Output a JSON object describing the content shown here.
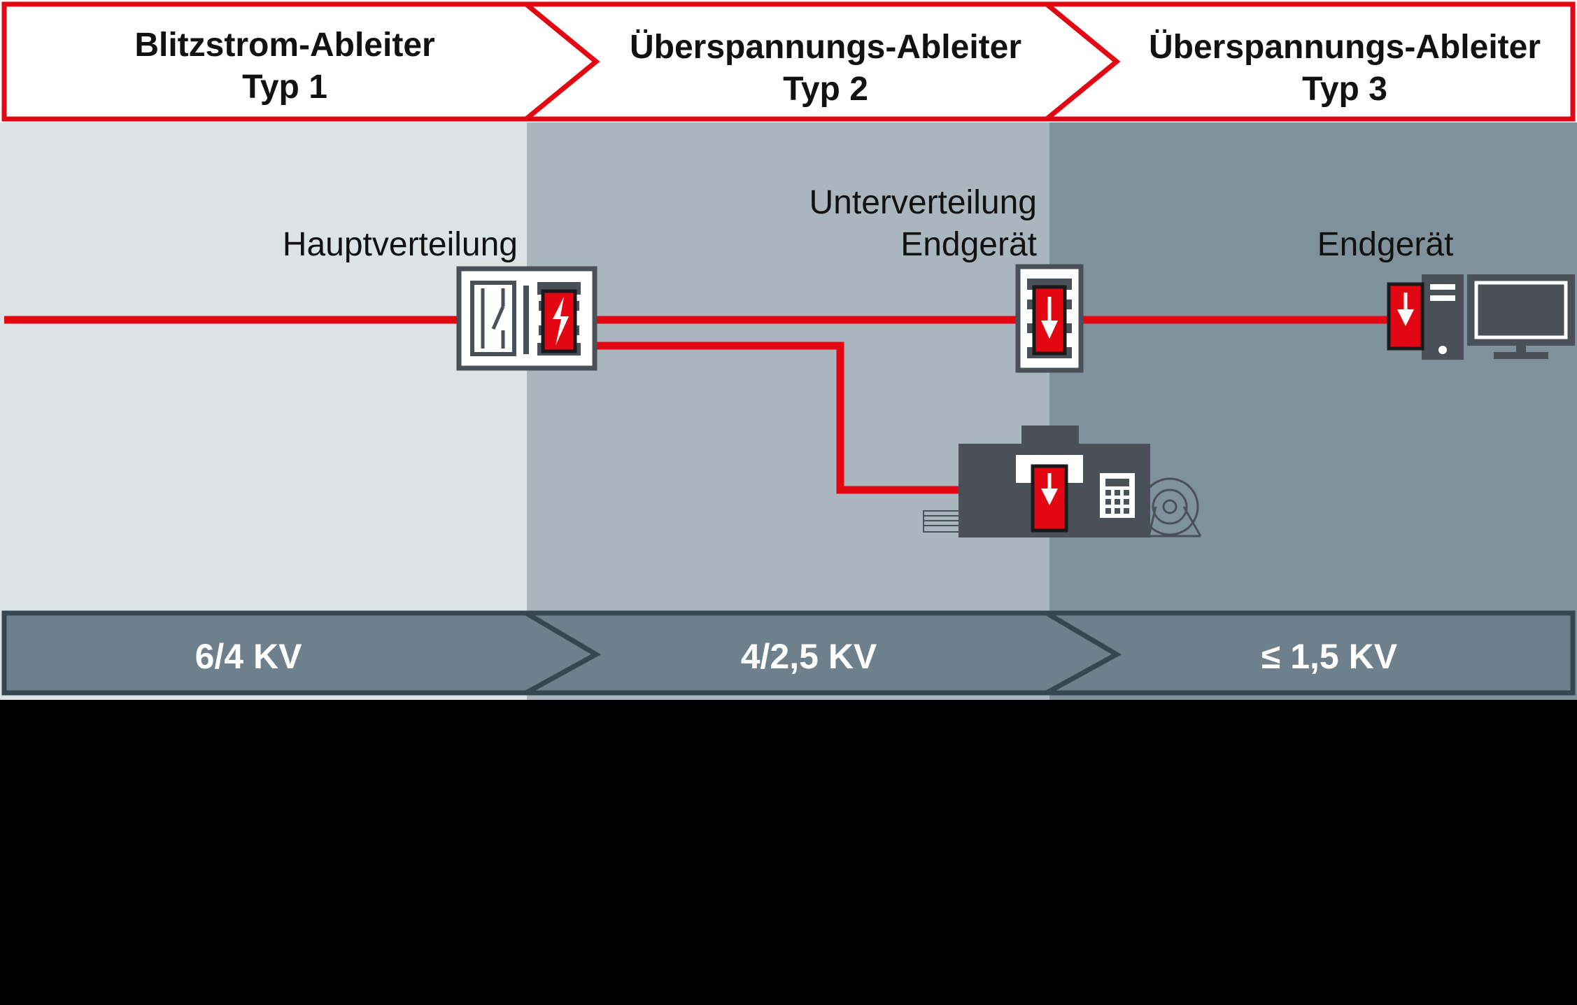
{
  "header": {
    "stages": [
      {
        "line1": "Blitzstrom-Ableiter",
        "line2": "Typ 1"
      },
      {
        "line1": "Überspannungs-Ableiter",
        "line2": "Typ 2"
      },
      {
        "line1": "Überspannungs-Ableiter",
        "line2": "Typ 3"
      }
    ]
  },
  "labels": {
    "main_distribution": "Hauptverteilung",
    "sub_distribution_line1": "Unterverteilung",
    "sub_distribution_line2": "Endgerät",
    "end_device": "Endgerät"
  },
  "footer": {
    "levels": [
      {
        "label": "6/4 KV"
      },
      {
        "label": "4/2,5 KV"
      },
      {
        "label": "≤ 1,5 KV"
      }
    ]
  },
  "colors": {
    "accent_red": "#e30613",
    "zone1": "#dce3e7",
    "zone2": "#a9b6be",
    "zone3": "#7f919b",
    "device_dark": "#4a5058",
    "footer_fill": "#6d808b",
    "footer_stroke": "#37474f"
  },
  "icons": {
    "main_distribution": "switchgear-with-lightning-arrester-icon",
    "sub_distribution": "surge-protector-icon",
    "machine": "machine-with-surge-protector-icon",
    "end_device": "computer-with-surge-protector-icon"
  }
}
